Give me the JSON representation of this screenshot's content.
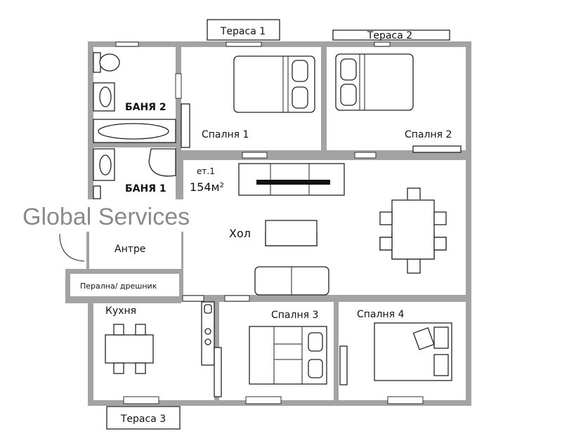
{
  "plan": {
    "floor_label": "ет.1",
    "area_label": "154м²",
    "watermark": "Global Services",
    "rooms": {
      "terrace1": "Тераса 1",
      "terrace2": "Тераса 2",
      "terrace3": "Тераса 3",
      "bath2": "БАНЯ 2",
      "bath1": "БАНЯ 1",
      "bedroom1": "Спалня 1",
      "bedroom2": "Спалня 2",
      "bedroom3": "Спалня 3",
      "bedroom4": "Спалня 4",
      "hall": "Хол",
      "entrance": "Антре",
      "laundry": "Перална/ дрешник",
      "kitchen": "Кухня"
    },
    "colors": {
      "wall": "#a3a3a3",
      "line": "#222222",
      "watermark": "#8a8a8a"
    }
  }
}
